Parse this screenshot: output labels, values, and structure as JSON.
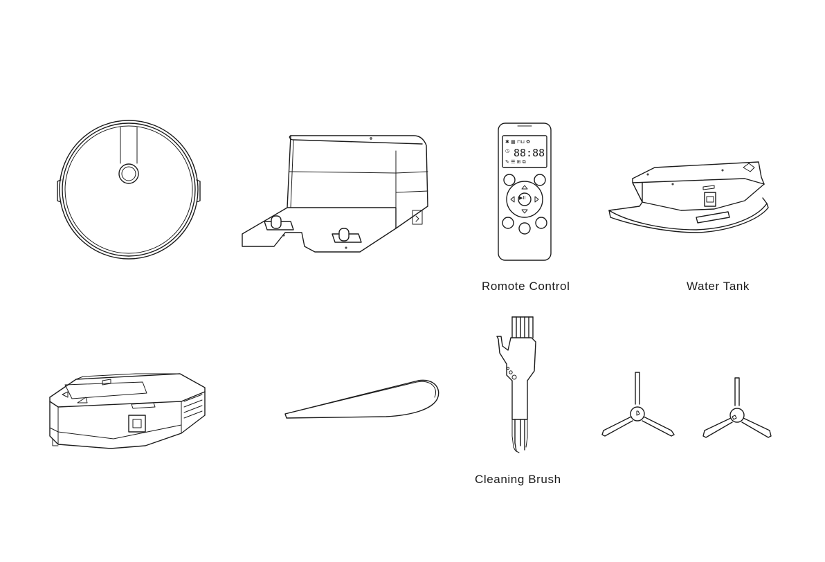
{
  "captions": {
    "remote_control": "Romote Control",
    "water_tank": "Water Tank",
    "cleaning_brush": "Cleaning Brush"
  },
  "remote": {
    "display_digits": "88:88",
    "center_key": "▶II"
  },
  "icons": {
    "robot": "robot-vacuum-icon",
    "dock": "charging-dock-icon",
    "remote": "remote-control-icon",
    "tank": "water-tank-icon",
    "dustbin": "dustbin-icon",
    "mop": "mop-cloth-icon",
    "brush": "cleaning-brush-icon",
    "side_brush": "side-brush-icon"
  },
  "colors": {
    "ink": "#1c1c1c",
    "background": "#ffffff"
  }
}
